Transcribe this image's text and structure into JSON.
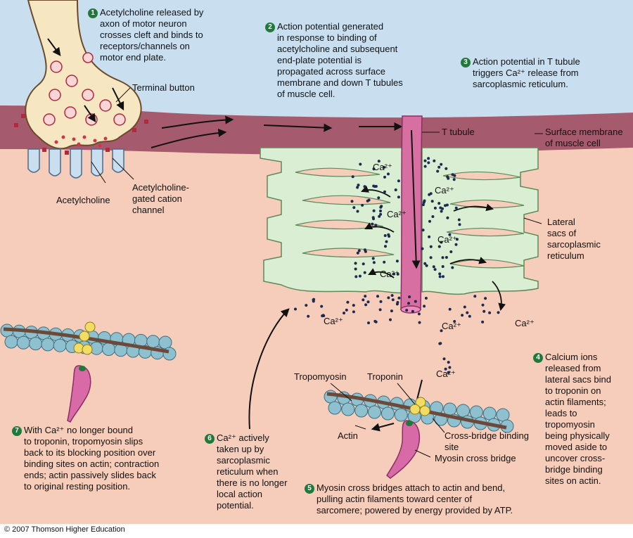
{
  "steps": [
    {
      "num": "1",
      "text": "Acetylcholine released by\naxon of motor neuron\ncrosses cleft and binds to\nreceptors/channels on\nmotor end plate."
    },
    {
      "num": "2",
      "text": "Action potential generated\nin response to binding of\nacetylcholine and subsequent\nend-plate potential is\npropagated across surface\nmembrane and down T tubules\nof muscle cell."
    },
    {
      "num": "3",
      "text": "Action potential in T tubule\ntriggers Ca²⁺ release from\nsarcoplasmic reticulum."
    },
    {
      "num": "4",
      "text": "Calcium ions\nreleased from\nlateral sacs bind\nto troponin on\nactin filaments;\nleads to\ntropomyosin\nbeing physically\nmoved aside to\nuncover cross-\nbridge binding\nsites on actin."
    },
    {
      "num": "5",
      "text": "Myosin cross bridges attach to actin and bend,\npulling actin filaments toward center of\nsarcomere; powered by energy provided by ATP."
    },
    {
      "num": "6",
      "text": "Ca²⁺ actively\ntaken up by\nsarcoplasmic\nreticulum when\nthere is no longer\nlocal action\npotential."
    },
    {
      "num": "7",
      "text": "With Ca²⁺ no longer bound\nto troponin, tropomyosin slips\nback to its blocking position over\nbinding sites on actin; contraction\nends; actin passively slides back\nto original resting position."
    }
  ],
  "labels": {
    "terminal_button": "Terminal button",
    "t_tubule": "T tubule",
    "surface_membrane": "Surface membrane\nof muscle cell",
    "acetylcholine": "Acetylcholine",
    "ach_channel": "Acetylcholine-\ngated cation\nchannel",
    "lateral_sacs": "Lateral\nsacs of\nsarcoplasmic\nreticulum",
    "tropomyosin": "Tropomyosin",
    "troponin": "Troponin",
    "actin": "Actin",
    "cross_bridge_site": "Cross-bridge binding\nsite",
    "myosin_cross_bridge": "Myosin cross bridge",
    "ca": "Ca²⁺"
  },
  "copyright": "© 2007 Thomson Higher Education",
  "colors": {
    "extracellular": "#c9dff0",
    "membrane": "#a65a6e",
    "cytoplasm": "#f6cdbb",
    "reticulum": "#d9eed2",
    "t_tubule": "#d76fa2",
    "neuron": "#f7e6c2",
    "actin": "#8fc0cf",
    "myosin": "#d96aa8",
    "troponin": "#f2dc63",
    "ca_dot": "#1b2a4e",
    "step_badge": "#1f7a3a"
  }
}
